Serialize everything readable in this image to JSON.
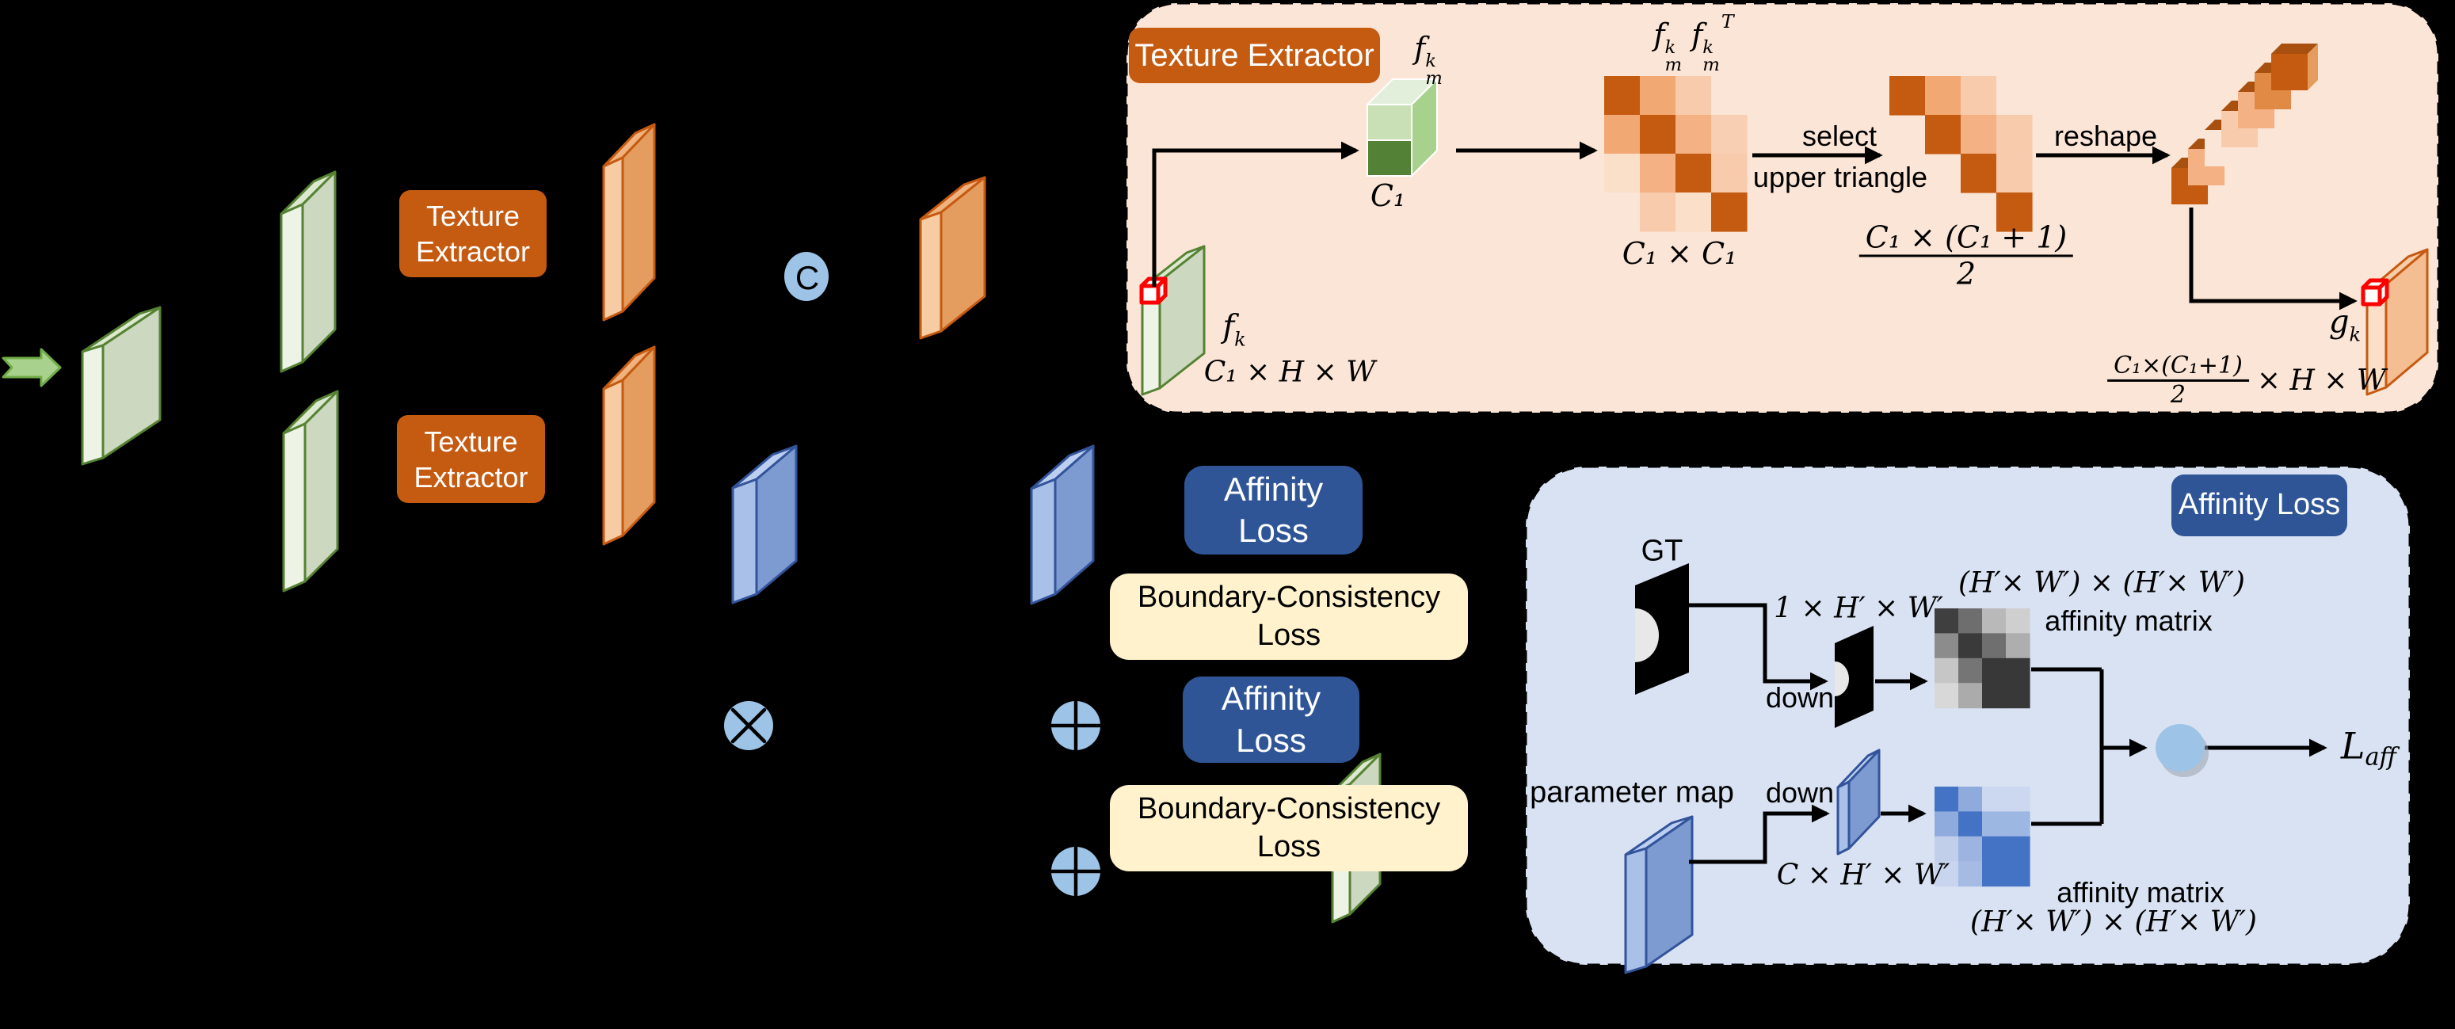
{
  "palette": {
    "background": "#000000",
    "te_panel_bg": "#fbe5d6",
    "aff_panel_bg": "#d9e2f3",
    "accent_orange": "#c55a11",
    "accent_blue_dark": "#2f5597",
    "cream": "#fff2cc",
    "circle_blue": "#9dc3e6",
    "arrow_black": "#000000",
    "green_slab": {
      "face": "#ccd8bf",
      "edge": "#edf4e5",
      "top": "#dce9cf",
      "stroke": "#568233"
    },
    "orange_slab": {
      "face": "#e49d5e",
      "edge": "#f7cba4",
      "top": "#f0b27f",
      "stroke": "#c55a11"
    },
    "gk_slab": {
      "face": "#f4bd92",
      "edge": "#fbdfc9",
      "top": "#f7cda8",
      "stroke": "#c55a11"
    },
    "blue_slab": {
      "face": "#7e9bd1",
      "edge": "#a9c0e8",
      "top": "#bccff1",
      "stroke": "#33549b"
    },
    "input_arrow": {
      "fill": "#a9d18e",
      "stroke": "#70ad47"
    },
    "vec": {
      "front_top": "#c9e0b6",
      "front_bottom": "#538135",
      "side": "#a9d18e",
      "top": "#e2efda"
    },
    "bar_top_face": "#a8500f",
    "bar_end_cap": "#e49d5e",
    "red_cube": "#ff0000"
  },
  "main": {
    "texture_extractor": {
      "line1": "Texture",
      "line2": "Extractor"
    },
    "concat": "C",
    "affinity_loss": "Affinity Loss",
    "boundary_loss": "Boundary-Consistency Loss"
  },
  "te": {
    "title": "Texture Extractor",
    "fmk": {
      "base": "f",
      "sup": "k",
      "sub": "m"
    },
    "c1": "C₁",
    "gram_label": {
      "f1": "f",
      "f1sup": "k",
      "f1sub": "m",
      "f2": "f",
      "f2sup": "k",
      "f2sub": "m",
      "T": "T"
    },
    "c1xc1": "C₁ × C₁",
    "select1": "select",
    "select2": "upper triangle",
    "frac1": {
      "num": "C₁ × (C₁ + 1)",
      "den": "2"
    },
    "reshape": "reshape",
    "fk": {
      "base": "f",
      "sup": "k"
    },
    "fk_dims": "C₁ × H × W",
    "gk": {
      "base": "g",
      "sup": "k"
    },
    "frac2": {
      "num": "C₁×(C₁+1)",
      "den": "2",
      "rest": "× H × W"
    },
    "gram_cells": [
      [
        "#c55a11",
        "#f2a873",
        "#f8cbad",
        "#fbe5d6"
      ],
      [
        "#f2a873",
        "#c55a11",
        "#f4b183",
        "#f8cfb2"
      ],
      [
        "#fadfc9",
        "#f4b183",
        "#c55a11",
        "#f8cbad"
      ],
      [
        "#fbe5d6",
        "#f8cbad",
        "#fbdfc9",
        "#c55a11"
      ]
    ],
    "upper_cells": [
      [
        "#c55a11",
        "#f2a873",
        "#f8cbad",
        "#fbe5d6"
      ],
      [
        null,
        "#c55a11",
        "#f4b183",
        "#f8cbad"
      ],
      [
        null,
        null,
        "#c55a11",
        "#f8cbad"
      ],
      [
        null,
        null,
        null,
        "#c55a11"
      ]
    ],
    "bar_cells": [
      "#c55a11",
      "#f4b183",
      "#fbe5d6",
      "#f8cbad",
      "#f4b183",
      "#e08a45",
      "#c55a11"
    ]
  },
  "aff": {
    "title": "Affinity Loss",
    "gt": "GT",
    "dims1": "1 × H′ × W′",
    "down": "down",
    "pair_dims": "(H′× W′) × (H′× W′)",
    "matrix_label": "affinity matrix",
    "param": "parameter map",
    "cdims": "C × H′ × W′",
    "laff": {
      "base": "L",
      "sub": "aff"
    },
    "gray_cells": [
      [
        "#3f3f3f",
        "#6e6e6e",
        "#b9b9b9",
        "#cfcfcf"
      ],
      [
        "#8c8c8c",
        "#3a3a3a",
        "#6f6f6f",
        "#aeaeae"
      ],
      [
        "#c6c6c6",
        "#757575",
        "#383838",
        "#383838"
      ],
      [
        "#d8d8d8",
        "#ababab",
        "#383838",
        "#383838"
      ]
    ],
    "blue_cells": [
      [
        "#4472c4",
        "#8faadc",
        "#ccd8ef",
        "#ccd8ef"
      ],
      [
        "#8faadc",
        "#4472c4",
        "#9db7e3",
        "#9db7e3"
      ],
      [
        "#c2cfeb",
        "#9db4e0",
        "#4472c4",
        "#4472c4"
      ],
      [
        "#c9d4ee",
        "#a6bbe3",
        "#4472c4",
        "#4472c4"
      ]
    ]
  }
}
